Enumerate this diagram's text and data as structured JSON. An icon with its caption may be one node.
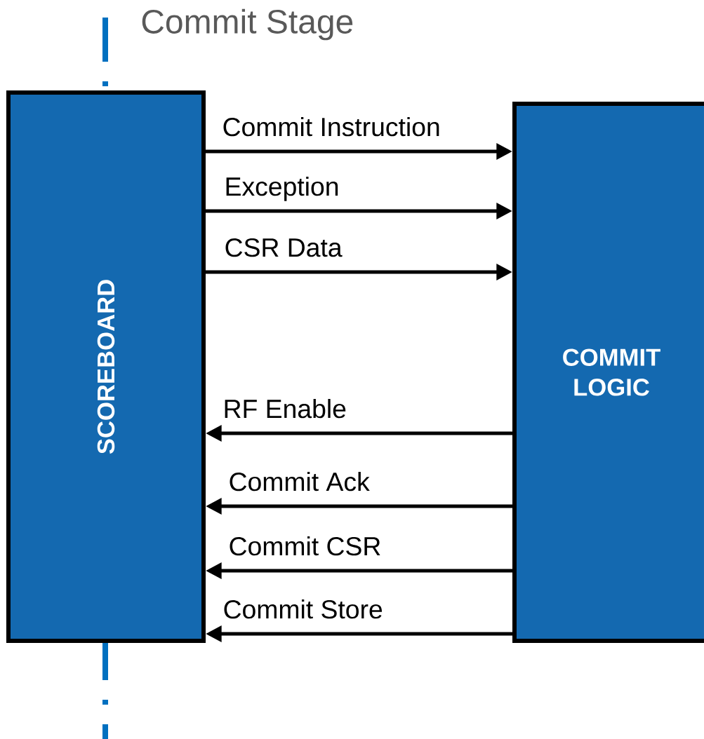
{
  "diagram": {
    "title": "Commit Stage",
    "nodes": [
      {
        "text": [
          "SCOREBOARD"
        ]
      },
      {
        "text": [
          "COMMIT LOGIC"
        ]
      }
    ],
    "edges": [
      {
        "from": 0,
        "to": 1,
        "arrow": "to",
        "label": "Commit Instruction"
      },
      {
        "from": 0,
        "to": 1,
        "arrow": "to",
        "label": "Exception"
      },
      {
        "from": 0,
        "to": 1,
        "arrow": "to",
        "label": "CSR Data"
      },
      {
        "from": 1,
        "to": 0,
        "arrow": "to",
        "label": "RF Enable"
      },
      {
        "from": 1,
        "to": 0,
        "arrow": "to",
        "label": "Commit Ack"
      },
      {
        "from": 1,
        "to": 0,
        "arrow": "to",
        "label": "Commit CSR"
      },
      {
        "from": 1,
        "to": 0,
        "arrow": "to",
        "label": "Commit Store"
      }
    ]
  }
}
